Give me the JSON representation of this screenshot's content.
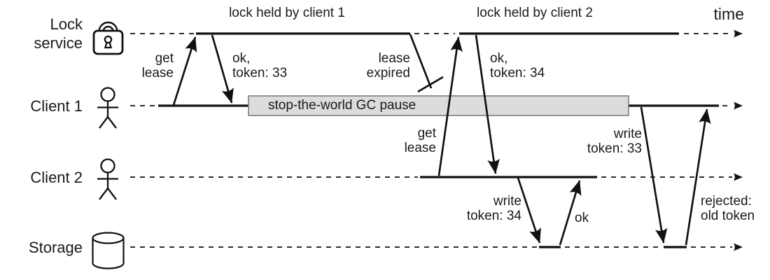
{
  "diagram": {
    "time_label": "time",
    "lanes": [
      {
        "label": "Lock\nservice",
        "icon": "padlock"
      },
      {
        "label": "Client 1",
        "icon": "person"
      },
      {
        "label": "Client 2",
        "icon": "person"
      },
      {
        "label": "Storage",
        "icon": "database-cylinder"
      }
    ],
    "spans": {
      "lock_held_1": "lock held by client 1",
      "lock_held_2": "lock held by client 2",
      "gc_pause": "stop-the-world GC pause"
    },
    "messages": {
      "client1_get_lease": "get\nlease",
      "client1_ok_token": "ok,\ntoken: 33",
      "lease_expired": "lease\nexpired",
      "client2_get_lease": "get\nlease",
      "client2_ok_token": "ok,\ntoken: 34",
      "client2_write": "write\ntoken: 34",
      "storage_write_ok": "ok",
      "client1_write": "write\ntoken: 33",
      "storage_rejected": "rejected:\nold token"
    },
    "colors": {
      "line": "#111111",
      "gc_pause_fill": "#dcdcdc",
      "gc_pause_border": "#7d7d7d"
    }
  }
}
